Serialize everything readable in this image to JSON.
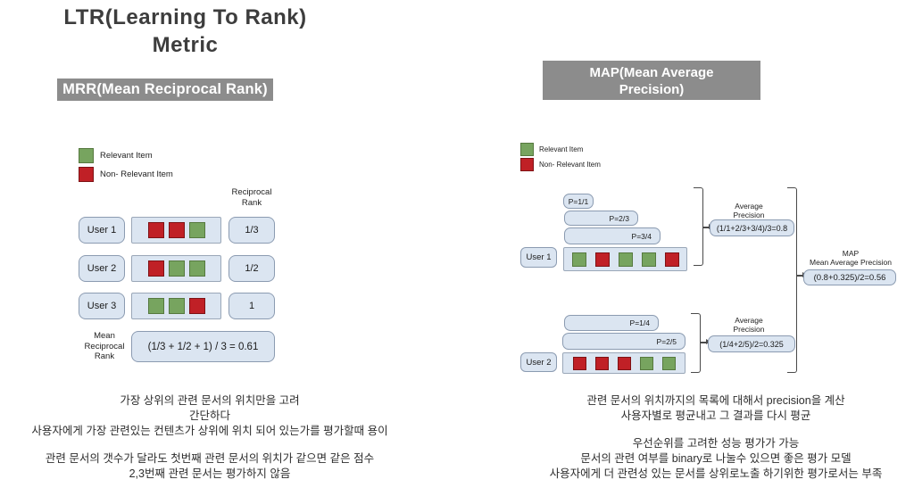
{
  "title": {
    "line1": "LTR(Learning To Rank)",
    "line2": "Metric"
  },
  "colors": {
    "relevant_green": "#77a45f",
    "non_relevant_red": "#c02026",
    "box_fill_blue": "#dbe5f1",
    "header_gray": "#8c8c8c"
  },
  "mrr": {
    "header": "MRR(Mean Reciprocal Rank)",
    "legend": {
      "relevant": "Relevant Item",
      "non_relevant": "Non- Relevant Item"
    },
    "column_header": {
      "line1": "Reciprocal",
      "line2": "Rank"
    },
    "rows": [
      {
        "user": "User 1",
        "items": [
          "red",
          "red",
          "green"
        ],
        "rank": "1/3"
      },
      {
        "user": "User 2",
        "items": [
          "red",
          "green",
          "green"
        ],
        "rank": "1/2"
      },
      {
        "user": "User 3",
        "items": [
          "green",
          "green",
          "red"
        ],
        "rank": "1"
      }
    ],
    "mean": {
      "label": [
        "Mean",
        "Reciprocal",
        "Rank"
      ],
      "formula": "(1/3 + 1/2 + 1) / 3 = 0.61"
    },
    "notes": [
      "가장 상위의 관련 문서의 위치만을 고려",
      "간단하다",
      "사용자에게 가장 관련있는 컨텐츠가 상위에 위치 되어 있는가를 평가할때 용이",
      "관련 문서의 갯수가 달라도 첫번째 관련 문서의 위치가 같으면 같은 점수",
      "2,3번째 관련 문서는 평가하지 않음"
    ]
  },
  "map": {
    "header": {
      "line1": "MAP(Mean Average",
      "line2": "Precision)"
    },
    "legend": {
      "relevant": "Relevant Item",
      "non_relevant": "Non- Relevant Item"
    },
    "user1": {
      "user": "User 1",
      "p_bars": [
        "P=1/1",
        "P=2/3",
        "P=3/4"
      ],
      "items": [
        "green",
        "red",
        "green",
        "green",
        "red"
      ],
      "ap_label": {
        "line1": "Average",
        "line2": "Precision"
      },
      "ap_formula": "(1/1+2/3+3/4)/3=0.8"
    },
    "user2": {
      "user": "User 2",
      "p_bars": [
        "P=1/4",
        "P=2/5"
      ],
      "items": [
        "red",
        "red",
        "red",
        "green",
        "green"
      ],
      "ap_label": {
        "line1": "Average",
        "line2": "Precision"
      },
      "ap_formula": "(1/4+2/5)/2=0.325"
    },
    "map_result": {
      "label_line1": "MAP",
      "label_line2": "Mean Average Precision",
      "formula": "(0.8+0.325)/2=0.56"
    },
    "notes": [
      "관련 문서의 위치까지의 목록에 대해서 precision을 계산",
      "사용자별로 평균내고 그 결과를 다시 평균",
      "우선순위를 고려한 성능 평가가 가능",
      "문서의 관련 여부를 binary로 나눌수 있으면 좋은 평가 모델",
      "사용자에게 더 관련성 있는 문서를 상위로노출 하기위한 평가로서는 부족"
    ]
  }
}
